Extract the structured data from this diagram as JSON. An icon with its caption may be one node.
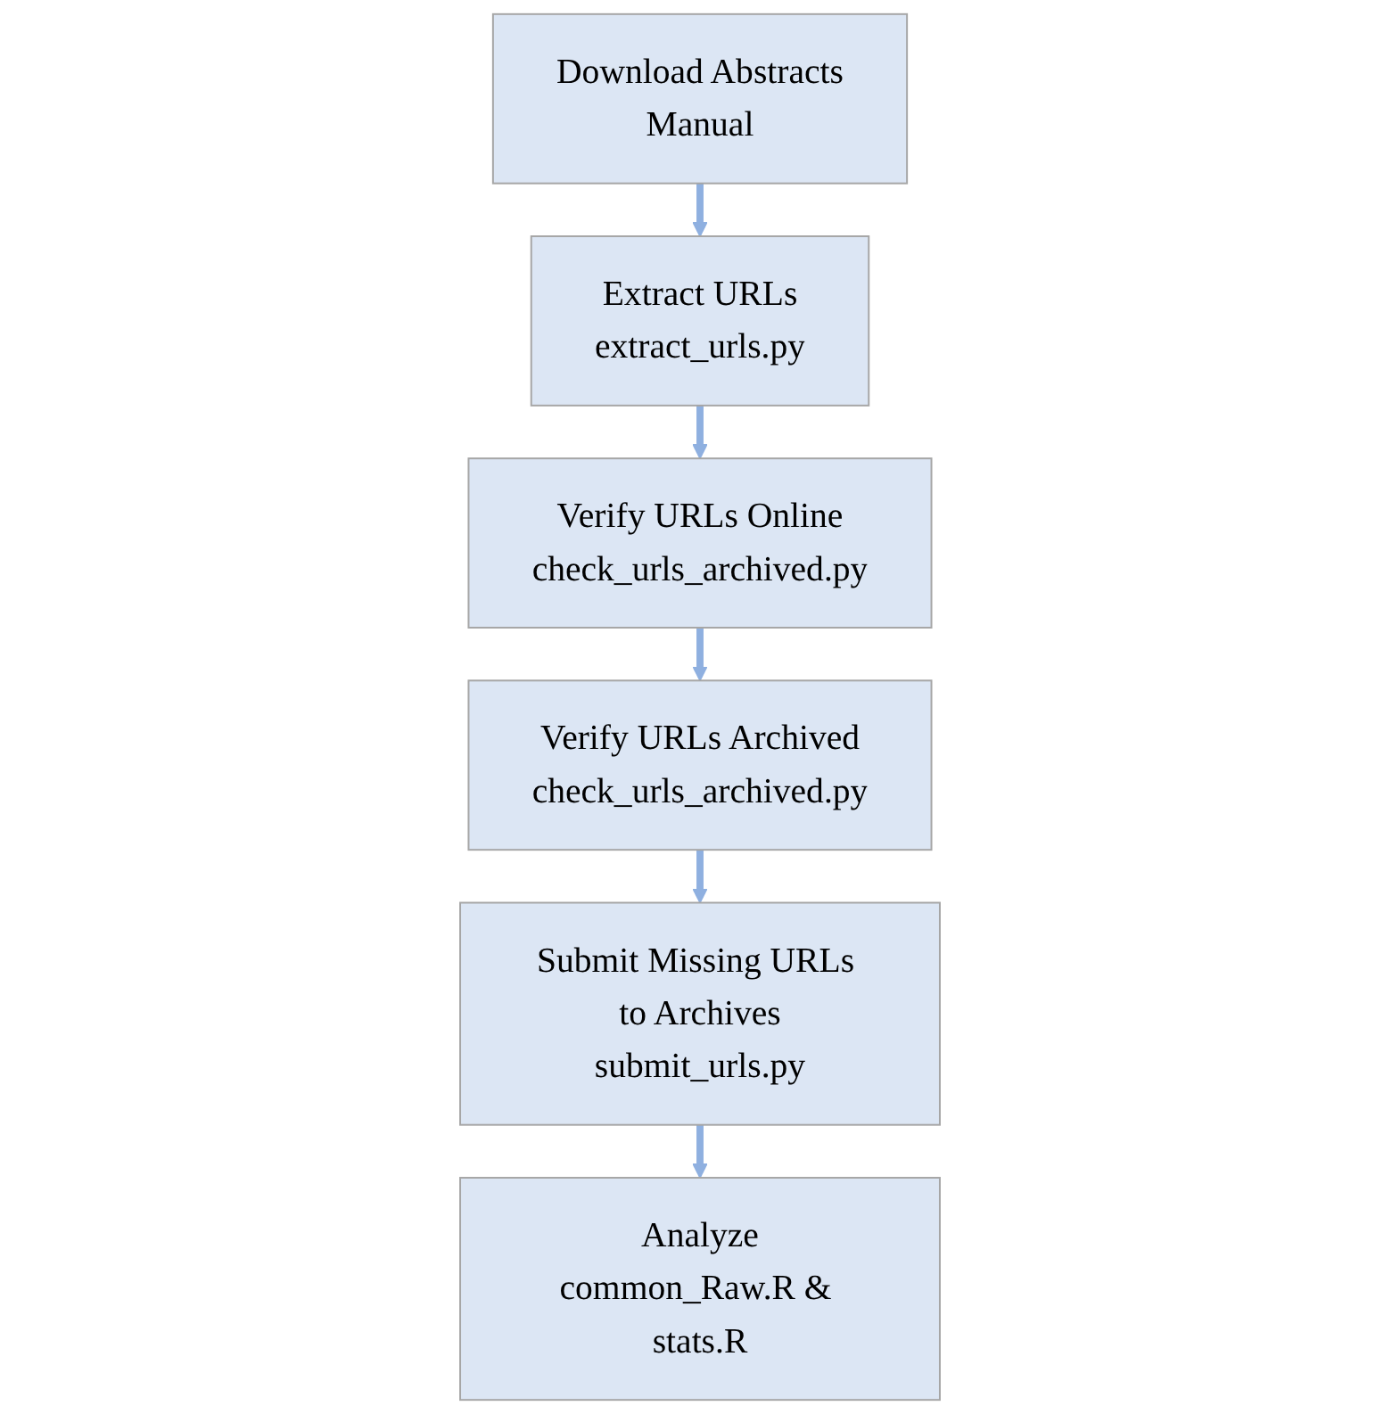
{
  "diagram": {
    "nodes": [
      {
        "text": [
          "Download Abstracts",
          "Manual"
        ]
      },
      {
        "text": [
          "Extract URLs",
          "extract_urls.py"
        ]
      },
      {
        "text": [
          "Verify URLs Online",
          "check_urls_archived.py"
        ]
      },
      {
        "text": [
          "Verify URLs  Archived",
          "check_urls_archived.py"
        ]
      },
      {
        "text": [
          "Submit Missing URLs to Archives",
          "submit_urls.py"
        ]
      },
      {
        "text": [
          "Analyze",
          "common_Raw.R & stats.R"
        ]
      }
    ],
    "edges": [
      {
        "from": 0,
        "to": 1,
        "arrow": "to"
      },
      {
        "from": 1,
        "to": 2,
        "arrow": "to"
      },
      {
        "from": 2,
        "to": 3,
        "arrow": "to"
      },
      {
        "from": 3,
        "to": 4,
        "arrow": "to"
      },
      {
        "from": 4,
        "to": 5,
        "arrow": "to"
      }
    ]
  }
}
